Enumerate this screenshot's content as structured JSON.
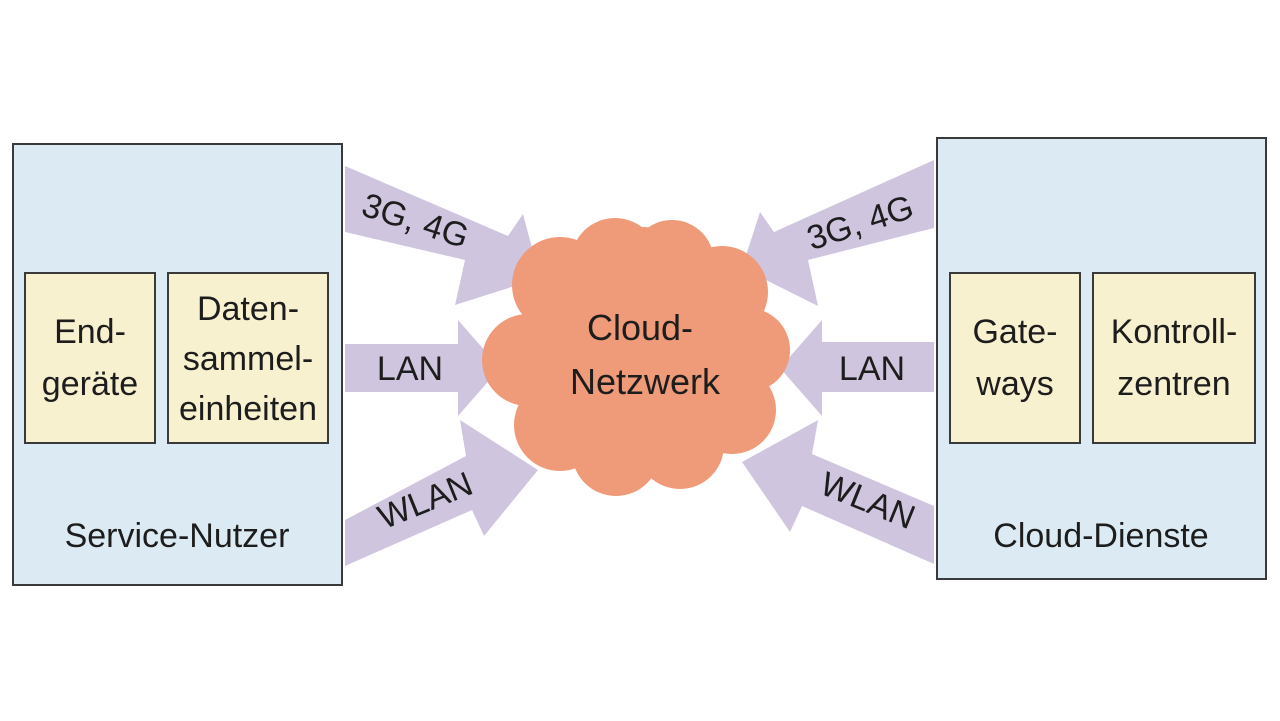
{
  "colors": {
    "panel": "#dcebf3",
    "panel_border": "#3a3a3a",
    "inner_box": "#f7f1cf",
    "arrow": "#cfc5df",
    "cloud": "#ef9a78",
    "text": "#1d1d1d"
  },
  "left_panel": {
    "caption": "Service-Nutzer",
    "boxes": [
      {
        "lines": [
          "End-",
          "geräte"
        ]
      },
      {
        "lines": [
          "Daten-",
          "sammel-",
          "einheiten"
        ]
      }
    ]
  },
  "right_panel": {
    "caption": "Cloud-Dienste",
    "boxes": [
      {
        "lines": [
          "Gate-",
          "ways"
        ]
      },
      {
        "lines": [
          "Kontroll-",
          "zentren"
        ]
      }
    ]
  },
  "cloud": {
    "lines": [
      "Cloud-",
      "Netzwerk"
    ]
  },
  "connections": {
    "left": [
      "3G, 4G",
      "LAN",
      "WLAN"
    ],
    "right": [
      "3G, 4G",
      "LAN",
      "WLAN"
    ]
  }
}
